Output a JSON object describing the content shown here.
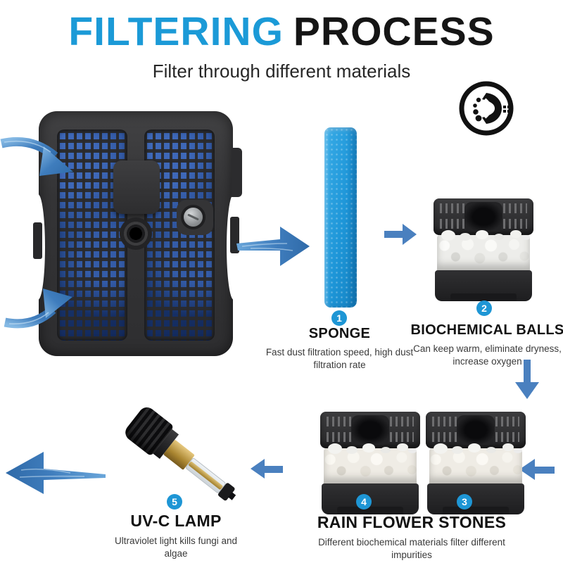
{
  "header": {
    "title_blue": "FILTERING",
    "title_black": "PROCESS",
    "subtitle": "Filter through different materials"
  },
  "steps": {
    "sponge": {
      "num": "1",
      "name": "SPONGE",
      "desc": "Fast dust filtration speed, high dust filtration rate"
    },
    "biochemical": {
      "num": "2",
      "name": "BIOCHEMICAL BALLS",
      "desc": "Can keep warm, eliminate dryness, increase oxygen"
    },
    "stones": {
      "num_right": "3",
      "num_left": "4",
      "name": "RAIN FLOWER STONES",
      "desc": "Different biochemical materials filter different impurities"
    },
    "uvc": {
      "num": "5",
      "name": "UV-C LAMP",
      "desc": "Ultraviolet light kills fungi and algae"
    }
  },
  "icons": {
    "logo": "circular sound-wave brand logo",
    "water_arrow": "water-textured flow arrow",
    "flow_arrow": "solid blue flow arrow"
  },
  "colors": {
    "accent_blue": "#1b9ad7",
    "badge_blue": "#1e96d5",
    "arrow_blue": "#4a80bf",
    "water_arrow_blue": "#3f7dbd",
    "title_black": "#151515",
    "device_dark": "#353537",
    "sponge_blue": "#1e96d8"
  }
}
